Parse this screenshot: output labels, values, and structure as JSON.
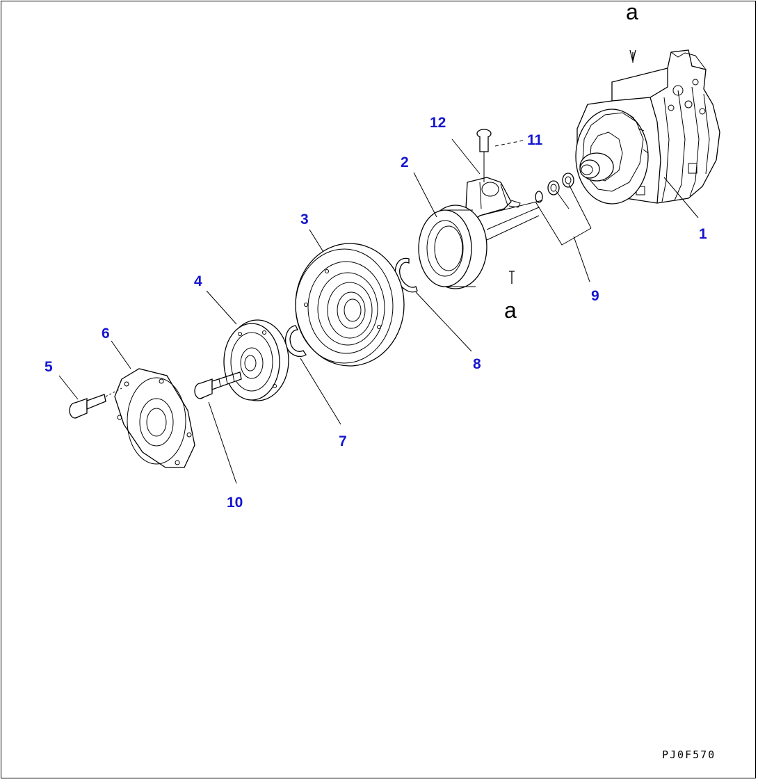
{
  "diagram": {
    "view_marker_top": "a",
    "view_marker_bottom": "a",
    "drawing_code": "PJ0F570",
    "callouts": [
      {
        "id": "1",
        "label": "1"
      },
      {
        "id": "2",
        "label": "2"
      },
      {
        "id": "3",
        "label": "3"
      },
      {
        "id": "4",
        "label": "4"
      },
      {
        "id": "5",
        "label": "5"
      },
      {
        "id": "6",
        "label": "6"
      },
      {
        "id": "7",
        "label": "7"
      },
      {
        "id": "8",
        "label": "8"
      },
      {
        "id": "9",
        "label": "9"
      },
      {
        "id": "10",
        "label": "10"
      },
      {
        "id": "11",
        "label": "11"
      },
      {
        "id": "12",
        "label": "12"
      }
    ],
    "colors": {
      "callout": "#1515d0",
      "line": "#000000",
      "background": "#ffffff"
    }
  }
}
